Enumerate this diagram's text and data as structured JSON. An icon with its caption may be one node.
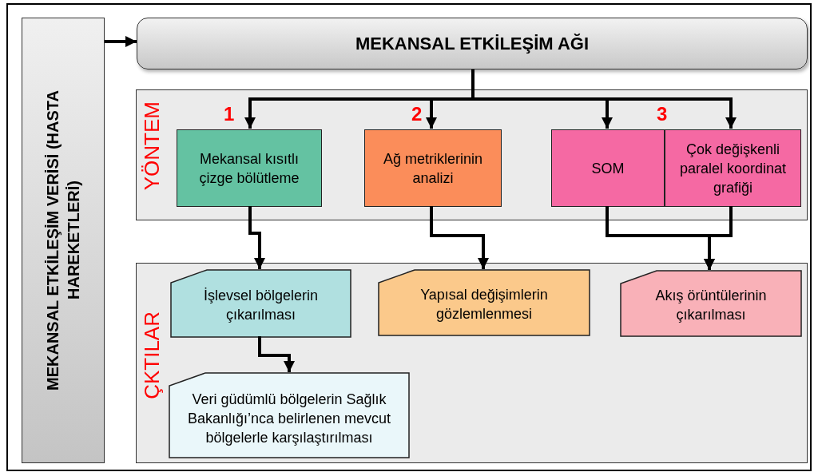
{
  "diagram": {
    "nodes": [
      {
        "text": [
          "MEKANSAL ETKİLEŞİM VERİSİ (HASTA HAREKETLERİ)"
        ]
      },
      {
        "text": [
          "MEKANSAL ETKİLEŞİM AĞI"
        ]
      },
      {
        "text": [
          "YÖNTEM"
        ]
      },
      {
        "text": [
          "Mekansal kısıtlı çizge bölütleme"
        ],
        "in": 2
      },
      {
        "text": [
          "Ağ metriklerinin analizi"
        ],
        "in": 2
      },
      {
        "text": [
          "SOM"
        ],
        "in": 2
      },
      {
        "text": [
          "Çok değişkenli paralel koordinat grafiği"
        ],
        "in": 2
      },
      {
        "text": [
          "ÇKTILAR"
        ]
      },
      {
        "text": [
          "İşlevsel bölgelerin çıkarılması"
        ],
        "in": 7
      },
      {
        "text": [
          "Yapısal değişimlerin gözlemlenmesi"
        ],
        "in": 7
      },
      {
        "text": [
          "Akış örüntülerinin çıkarılması"
        ],
        "in": 7
      },
      {
        "text": [
          "Veri güdümlü bölgelerin Sağlık Bakanlığı’nca belirlenen mevcut bölgelerle karşılaştırılması"
        ],
        "in": 7
      }
    ],
    "edges": [
      {
        "from": 0,
        "to": 1,
        "arrow": "to"
      },
      {
        "from": 1,
        "to": 3,
        "arrow": "to"
      },
      {
        "from": 1,
        "to": 4,
        "arrow": "to"
      },
      {
        "from": 1,
        "to": 5,
        "arrow": "to"
      },
      {
        "from": 1,
        "to": 6,
        "arrow": "to"
      },
      {
        "from": 3,
        "to": 8,
        "arrow": "to"
      },
      {
        "from": 4,
        "to": 9,
        "arrow": "to"
      },
      {
        "from": 5,
        "to": 10,
        "arrow": "to"
      },
      {
        "from": 6,
        "to": 10,
        "arrow": "to"
      },
      {
        "from": 8,
        "to": 11,
        "arrow": "to"
      }
    ],
    "labels": [
      "1",
      "2",
      "3"
    ]
  }
}
